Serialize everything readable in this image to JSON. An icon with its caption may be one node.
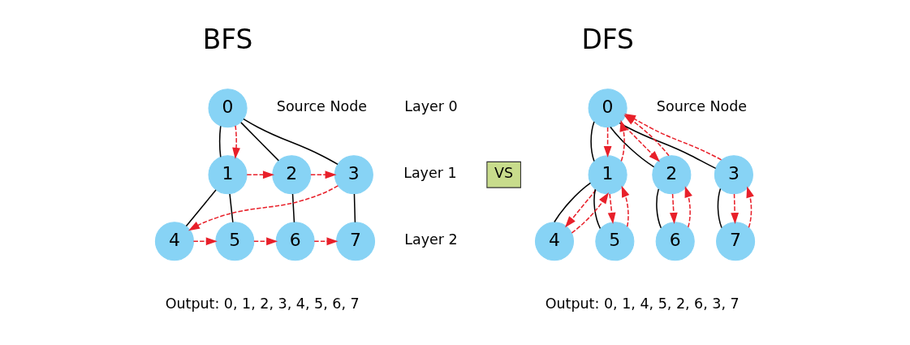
{
  "diagram": {
    "nodes": [
      {
        "text": [
          "0"
        ]
      },
      {
        "text": [
          "1"
        ]
      },
      {
        "text": [
          "2"
        ]
      },
      {
        "text": [
          "3"
        ]
      },
      {
        "text": [
          "4"
        ]
      },
      {
        "text": [
          "5"
        ]
      },
      {
        "text": [
          "6"
        ]
      },
      {
        "text": [
          "7"
        ]
      },
      {
        "text": [
          "0"
        ]
      },
      {
        "text": [
          "1"
        ]
      },
      {
        "text": [
          "2"
        ]
      },
      {
        "text": [
          "3"
        ]
      },
      {
        "text": [
          "4"
        ]
      },
      {
        "text": [
          "5"
        ]
      },
      {
        "text": [
          "6"
        ]
      },
      {
        "text": [
          "7"
        ]
      },
      {
        "text": [
          "VS"
        ]
      }
    ],
    "edges": [
      {
        "from": 0,
        "to": 1,
        "arrow": "none",
        "color": "#000000"
      },
      {
        "from": 0,
        "to": 2,
        "arrow": "none",
        "color": "#000000"
      },
      {
        "from": 0,
        "to": 3,
        "arrow": "none",
        "color": "#000000"
      },
      {
        "from": 1,
        "to": 4,
        "arrow": "none",
        "color": "#000000"
      },
      {
        "from": 1,
        "to": 5,
        "arrow": "none",
        "color": "#000000"
      },
      {
        "from": 2,
        "to": 6,
        "arrow": "none",
        "color": "#000000"
      },
      {
        "from": 3,
        "to": 7,
        "arrow": "none",
        "color": "#000000"
      },
      {
        "from": 0,
        "to": 1,
        "arrow": "to",
        "style": "dashed",
        "color": "#e8202a"
      },
      {
        "from": 1,
        "to": 2,
        "arrow": "to",
        "style": "dashed",
        "color": "#e8202a"
      },
      {
        "from": 2,
        "to": 3,
        "arrow": "to",
        "style": "dashed",
        "color": "#e8202a"
      },
      {
        "from": 3,
        "to": 4,
        "arrow": "to",
        "style": "dashed",
        "color": "#e8202a"
      },
      {
        "from": 4,
        "to": 5,
        "arrow": "to",
        "style": "dashed",
        "color": "#e8202a"
      },
      {
        "from": 5,
        "to": 6,
        "arrow": "to",
        "style": "dashed",
        "color": "#e8202a"
      },
      {
        "from": 6,
        "to": 7,
        "arrow": "to",
        "style": "dashed",
        "color": "#e8202a"
      },
      {
        "from": 8,
        "to": 9,
        "arrow": "none",
        "color": "#000000"
      },
      {
        "from": 8,
        "to": 10,
        "arrow": "none",
        "color": "#000000"
      },
      {
        "from": 8,
        "to": 11,
        "arrow": "none",
        "color": "#000000"
      },
      {
        "from": 9,
        "to": 12,
        "arrow": "none",
        "color": "#000000"
      },
      {
        "from": 9,
        "to": 13,
        "arrow": "none",
        "color": "#000000"
      },
      {
        "from": 10,
        "to": 14,
        "arrow": "none",
        "color": "#000000"
      },
      {
        "from": 11,
        "to": 15,
        "arrow": "none",
        "color": "#000000"
      },
      {
        "from": 8,
        "to": 9,
        "arrow": "to",
        "style": "dashed",
        "color": "#e8202a"
      },
      {
        "from": 9,
        "to": 12,
        "arrow": "to",
        "style": "dashed",
        "color": "#e8202a"
      },
      {
        "from": 12,
        "to": 9,
        "arrow": "to",
        "style": "dashed",
        "color": "#e8202a"
      },
      {
        "from": 9,
        "to": 13,
        "arrow": "to",
        "style": "dashed",
        "color": "#e8202a"
      },
      {
        "from": 13,
        "to": 9,
        "arrow": "to",
        "style": "dashed",
        "color": "#e8202a"
      },
      {
        "from": 9,
        "to": 8,
        "arrow": "to",
        "style": "dashed",
        "color": "#e8202a"
      },
      {
        "from": 8,
        "to": 10,
        "arrow": "to",
        "style": "dashed",
        "color": "#e8202a"
      },
      {
        "from": 10,
        "to": 14,
        "arrow": "to",
        "style": "dashed",
        "color": "#e8202a"
      },
      {
        "from": 14,
        "to": 10,
        "arrow": "to",
        "style": "dashed",
        "color": "#e8202a"
      },
      {
        "from": 10,
        "to": 8,
        "arrow": "to",
        "style": "dashed",
        "color": "#e8202a"
      },
      {
        "from": 11,
        "to": 15,
        "arrow": "to",
        "style": "dashed",
        "color": "#e8202a"
      },
      {
        "from": 15,
        "to": 11,
        "arrow": "to",
        "style": "dashed",
        "color": "#e8202a"
      },
      {
        "from": 11,
        "to": 8,
        "arrow": "to",
        "style": "dashed",
        "color": "#e8202a"
      }
    ],
    "labels": [
      "BFS",
      "Layer 0",
      "Source Node",
      "Layer 1",
      "Layer 2",
      "Output: 0, 1, 2, 3, 4, 5, 6, 7",
      "DFS",
      "Source Node",
      "Output: 0, 1, 4, 5, 2, 6, 3, 7"
    ]
  }
}
